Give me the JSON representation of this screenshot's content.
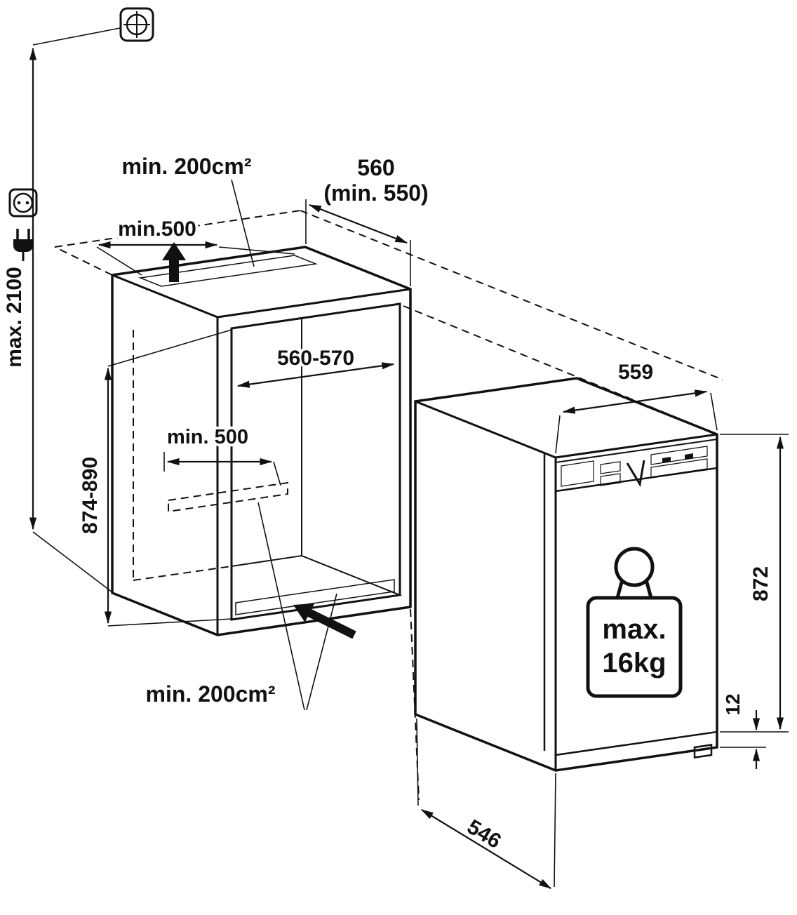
{
  "diagram": {
    "labels": {
      "top_vent_area": "min. 200cm²",
      "niche_depth": "560",
      "niche_depth_min": "(min. 550)",
      "top_vent_width": "min.500",
      "socket_max_height": "max. 2100",
      "niche_height": "874-890",
      "niche_width": "560-570",
      "bottom_vent_width": "min. 500",
      "bottom_vent_area": "min. 200cm²",
      "appliance_width": "559",
      "appliance_height": "872",
      "door_floor_gap": "12",
      "appliance_depth": "546",
      "door_load_line1": "max.",
      "door_load_line2": "16kg"
    },
    "colors": {
      "line": "#111111",
      "back_wall": "#b4b4b4",
      "side_wall": "#d9d9d9",
      "floor": "#f7f7f7"
    }
  }
}
